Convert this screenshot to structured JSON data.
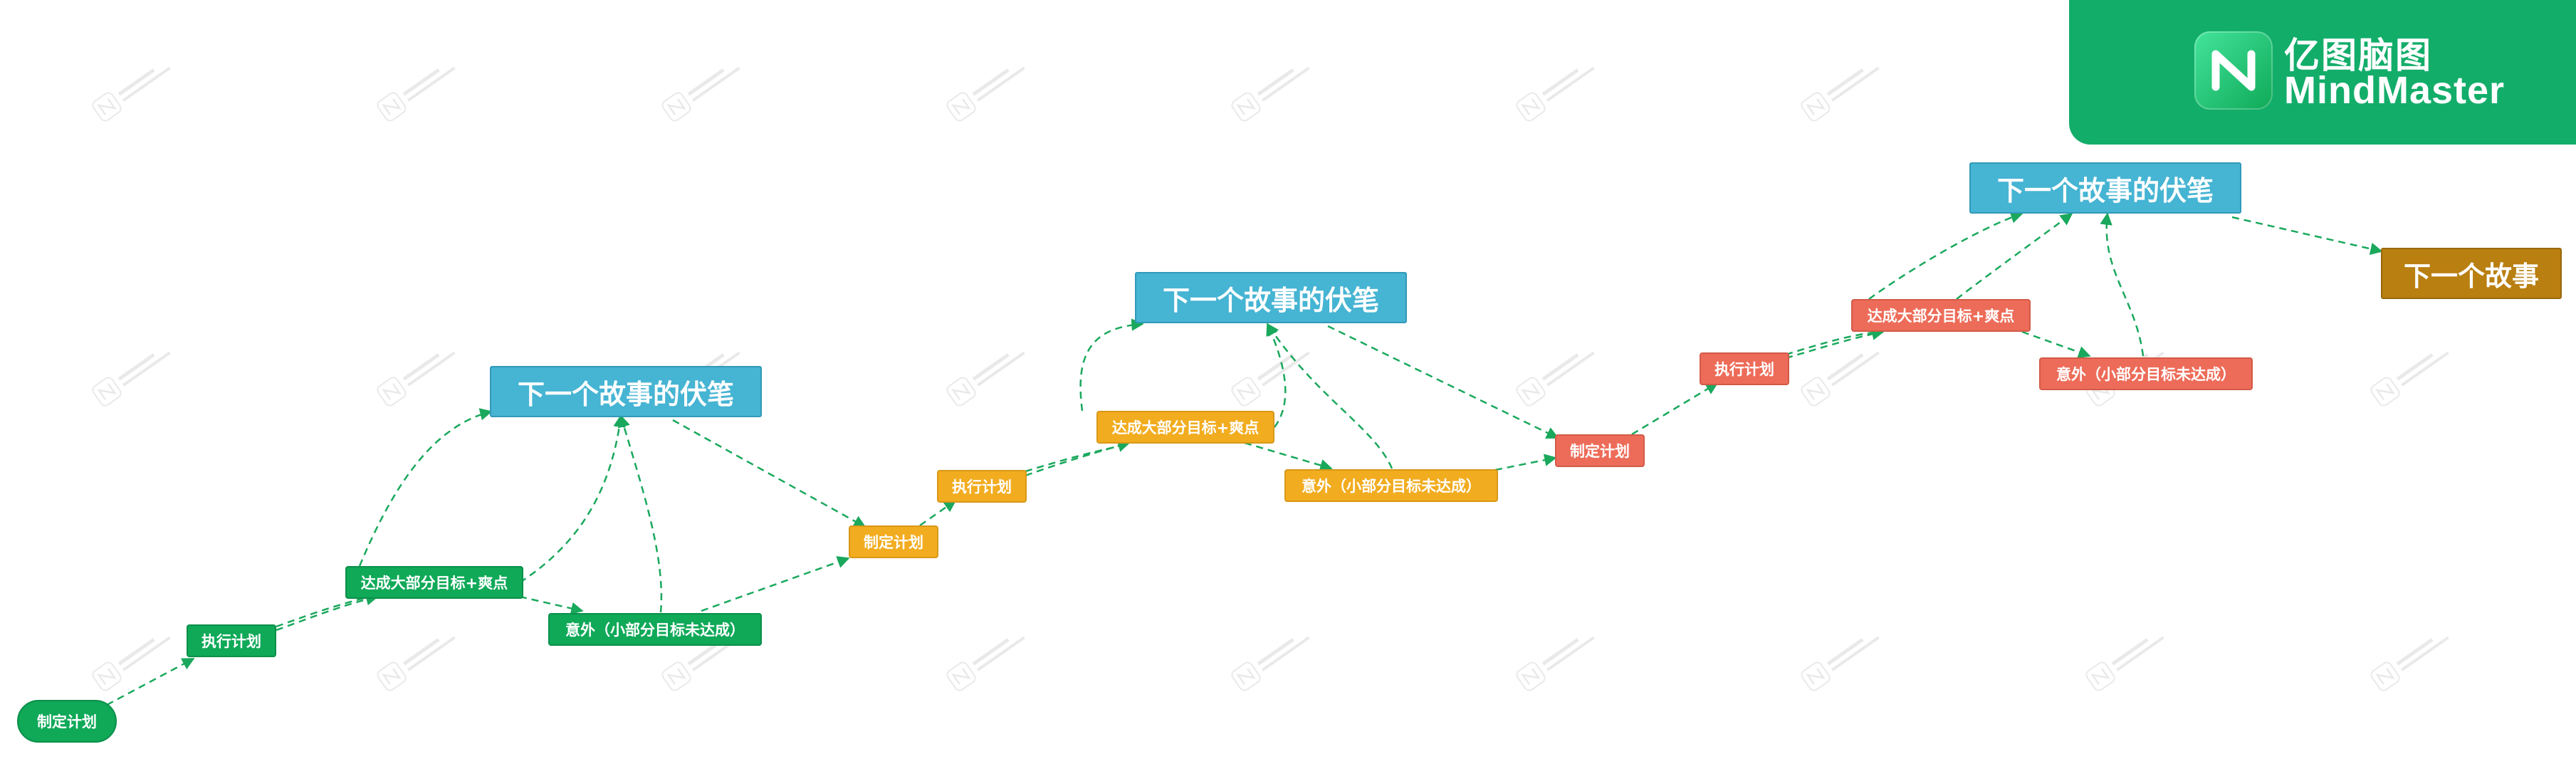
{
  "brand": {
    "name_cn": "亿图脑图",
    "name_en": "MindMaster",
    "logo_icon": "mindmaster-logo-icon",
    "color": "#13ad6a"
  },
  "colors": {
    "stage1": "#0fa958",
    "stage2": "#f2ac1f",
    "stage3": "#ed6c59",
    "foreshadow": "#46b4d3",
    "final": "#b97f10",
    "connector": "#1aa85c"
  },
  "stage1": {
    "plan": "制定计划",
    "execute": "执行计划",
    "achieve": "达成大部分目标+爽点",
    "accident": "意外（小部分目标未达成）",
    "foreshadow": "下一个故事的伏笔"
  },
  "stage2": {
    "plan": "制定计划",
    "execute": "执行计划",
    "achieve": "达成大部分目标+爽点",
    "accident": "意外（小部分目标未达成）",
    "foreshadow": "下一个故事的伏笔"
  },
  "stage3": {
    "plan": "制定计划",
    "execute": "执行计划",
    "achieve": "达成大部分目标+爽点",
    "accident": "意外（小部分目标未达成）",
    "foreshadow": "下一个故事的伏笔"
  },
  "final": {
    "label": "下一个故事"
  }
}
